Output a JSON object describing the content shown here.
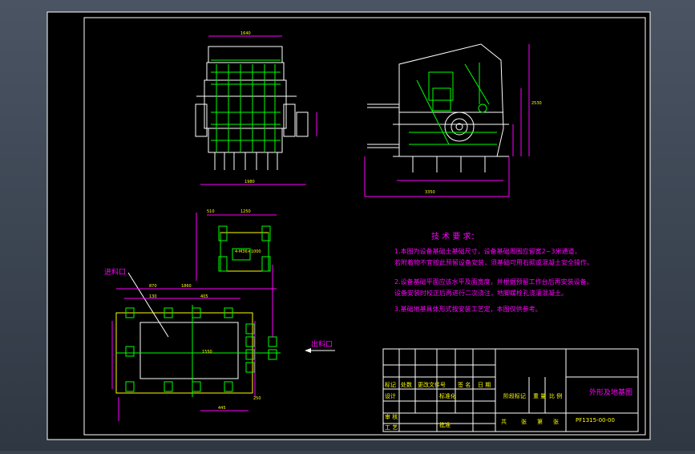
{
  "drawing": {
    "title_block": {
      "drawing_name": "外形及地基图",
      "drawing_number": "PF1315-00-00",
      "revision_labels": [
        "标记",
        "处数",
        "更改文件号",
        "签 名",
        "日 期"
      ],
      "design_labels": [
        "设计",
        "标准化"
      ],
      "stage_labels": [
        "阶段标记",
        "重 量",
        "比 例"
      ],
      "review_labels": [
        "审 核",
        "工 艺"
      ],
      "approve_label": "批准",
      "sheet_labels": [
        "共",
        "张",
        "第",
        "张"
      ]
    },
    "tech_requirements": {
      "heading": "技 术 要 求：",
      "items": [
        "1.本图为设备基础土基础尺寸，设备基础周围应留宽2~3米通道，",
        "  若附着物不宜按此预留设备安装，须基础可用石砌或混凝土安全操作。",
        "2.设备基础平面应该水平及面宽度，并根据预留工作台后再安装设备。",
        "  设备安装时校正后再进行二次浇注，地脚螺栓孔浇灌混凝土。",
        "3.基础地基具体形式按安装工艺定，本图仅供参考。"
      ]
    },
    "labels": {
      "inlet": "进料口",
      "outlet": "出料口",
      "anchor_note": "4-M36×1000"
    },
    "dimensions": {
      "front_top": "1640",
      "front_bottom": "1980",
      "side_bottom": "3350",
      "side_height": "2530",
      "plan_left": "510",
      "plan_top": "1250",
      "plan_a": "870",
      "plan_b": "1860",
      "plan_c": "130",
      "plan_d": "405",
      "plan_e": "1550",
      "plan_f": "445",
      "plan_g": "250"
    }
  }
}
